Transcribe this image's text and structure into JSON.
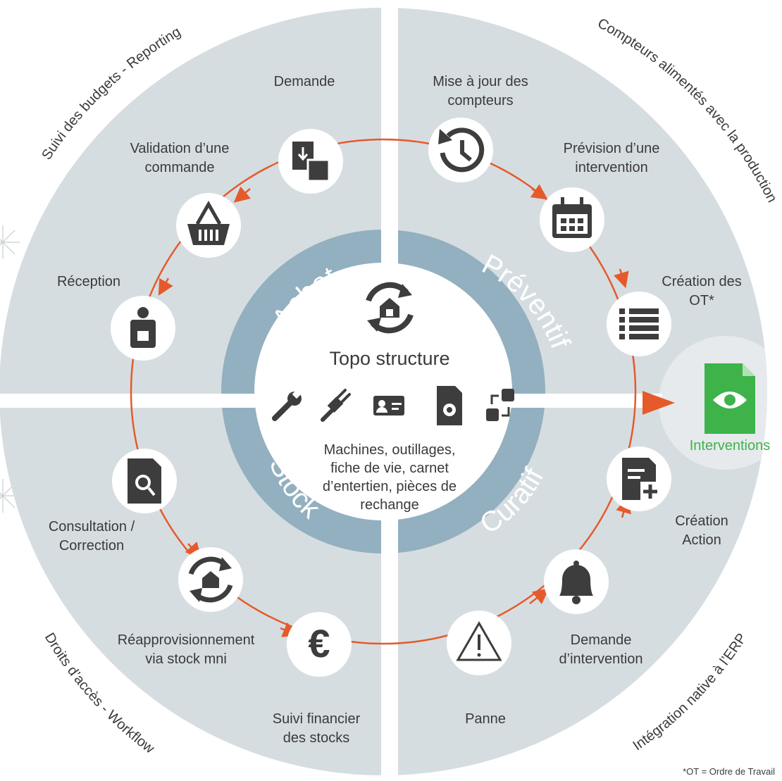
{
  "colors": {
    "outer_ring": "#d6dde1",
    "inner_ring": "#93b0c0",
    "center": "#ffffff",
    "arrow": "#e55a2b",
    "icon": "#3d3d3d",
    "interventions_green": "#3db34a",
    "interventions_bg": "#e6eaec",
    "text": "#3a3a3a"
  },
  "quadrants": {
    "achat": "Achat",
    "preventif": "Préventif",
    "stock": "Stock",
    "curatif": "Curatif"
  },
  "corners": {
    "top_left": "Suivi des budgets - Reporting",
    "top_right": "Compteurs alimentés avec la production",
    "bottom_left": "Droits d’accès - Workflow",
    "bottom_right": "Intégration native à l’ERP"
  },
  "center": {
    "title": "Topo structure",
    "desc": [
      "Machines, outillages,",
      "fiche de vie, carnet",
      "d’entertien, pièces de",
      "rechange"
    ],
    "icons": [
      "wrench-icon",
      "plug-icon",
      "id-card-icon",
      "settings-file-icon",
      "workflow-icon"
    ]
  },
  "steps": [
    {
      "id": "demande",
      "lines": [
        "Demande"
      ],
      "icon": "package-import-icon"
    },
    {
      "id": "validation",
      "lines": [
        "Validation d’une",
        "commande"
      ],
      "icon": "basket-icon"
    },
    {
      "id": "reception",
      "lines": [
        "Réception"
      ],
      "icon": "delivery-person-icon"
    },
    {
      "id": "consultation",
      "lines": [
        "Consultation /",
        "Correction"
      ],
      "icon": "file-search-icon"
    },
    {
      "id": "reappro",
      "lines": [
        "Réapprovisionnement",
        "via stock mni"
      ],
      "icon": "warehouse-sync-icon"
    },
    {
      "id": "suivi_financier",
      "lines": [
        "Suivi financier",
        "des stocks"
      ],
      "icon": "euro-icon"
    },
    {
      "id": "panne",
      "lines": [
        "Panne"
      ],
      "icon": "warning-icon"
    },
    {
      "id": "demande_intervention",
      "lines": [
        "Demande",
        "d’intervention"
      ],
      "icon": "bell-icon"
    },
    {
      "id": "creation_action",
      "lines": [
        "Création",
        "Action"
      ],
      "icon": "file-add-icon"
    },
    {
      "id": "creation_ot",
      "lines": [
        "Création des",
        "OT*"
      ],
      "icon": "list-icon"
    },
    {
      "id": "prevision",
      "lines": [
        "Prévision d’une",
        "intervention"
      ],
      "icon": "calendar-icon"
    },
    {
      "id": "maj_compteurs",
      "lines": [
        "Mise à jour des",
        "compteurs"
      ],
      "icon": "history-icon"
    }
  ],
  "interventions": {
    "label": "Interventions",
    "icon": "eye-file-icon"
  },
  "footnote": "*OT = Ordre de Travail"
}
